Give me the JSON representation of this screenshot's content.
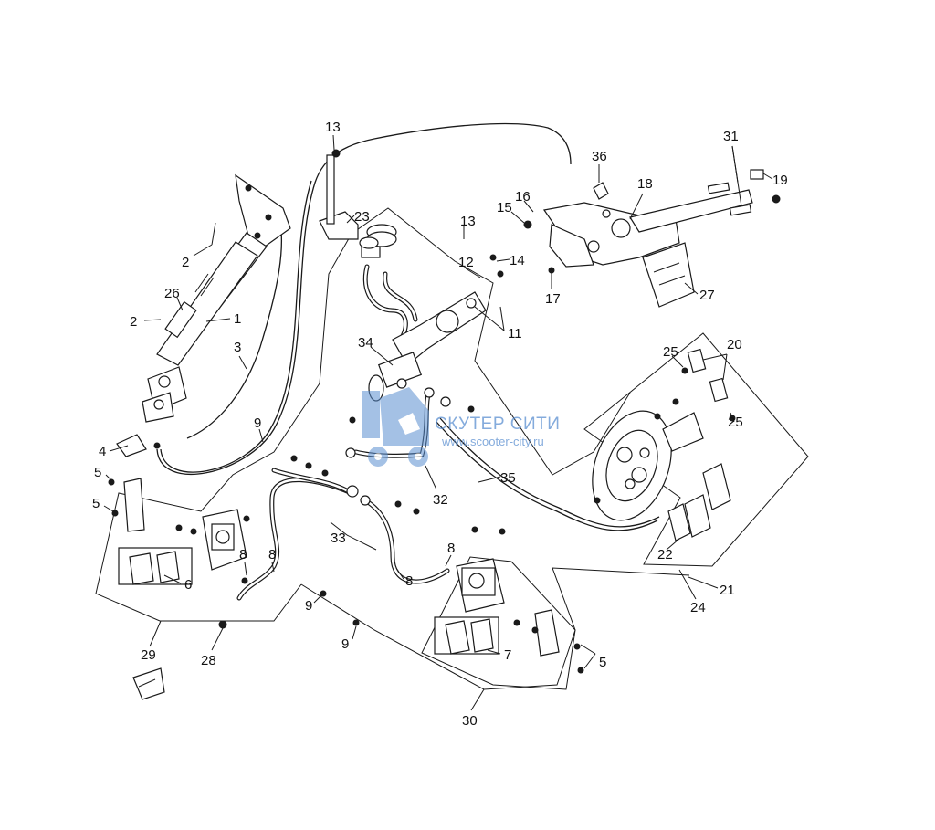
{
  "watermark": {
    "title": "СКУТЕР СИТИ",
    "url": "www.scooter-city.ru",
    "color": "#5b8fd0"
  },
  "callouts": [
    {
      "id": "c1",
      "label": "1"
    },
    {
      "id": "c2a",
      "label": "2"
    },
    {
      "id": "c2b",
      "label": "2"
    },
    {
      "id": "c3",
      "label": "3"
    },
    {
      "id": "c4",
      "label": "4"
    },
    {
      "id": "c5a",
      "label": "5"
    },
    {
      "id": "c5b",
      "label": "5"
    },
    {
      "id": "c5c",
      "label": "5"
    },
    {
      "id": "c6",
      "label": "6"
    },
    {
      "id": "c7",
      "label": "7"
    },
    {
      "id": "c8a",
      "label": "8"
    },
    {
      "id": "c8b",
      "label": "8"
    },
    {
      "id": "c8c",
      "label": "8"
    },
    {
      "id": "c8d",
      "label": "8"
    },
    {
      "id": "c9a",
      "label": "9"
    },
    {
      "id": "c9b",
      "label": "9"
    },
    {
      "id": "c9c",
      "label": "9"
    },
    {
      "id": "c11",
      "label": "11"
    },
    {
      "id": "c12",
      "label": "12"
    },
    {
      "id": "c13a",
      "label": "13"
    },
    {
      "id": "c13b",
      "label": "13"
    },
    {
      "id": "c14",
      "label": "14"
    },
    {
      "id": "c15",
      "label": "15"
    },
    {
      "id": "c16",
      "label": "16"
    },
    {
      "id": "c17",
      "label": "17"
    },
    {
      "id": "c18",
      "label": "18"
    },
    {
      "id": "c19",
      "label": "19"
    },
    {
      "id": "c20",
      "label": "20"
    },
    {
      "id": "c21",
      "label": "21"
    },
    {
      "id": "c22",
      "label": "22"
    },
    {
      "id": "c23",
      "label": "23"
    },
    {
      "id": "c24",
      "label": "24"
    },
    {
      "id": "c25a",
      "label": "25"
    },
    {
      "id": "c25b",
      "label": "25"
    },
    {
      "id": "c26",
      "label": "26"
    },
    {
      "id": "c27",
      "label": "27"
    },
    {
      "id": "c28",
      "label": "28"
    },
    {
      "id": "c29",
      "label": "29"
    },
    {
      "id": "c30",
      "label": "30"
    },
    {
      "id": "c31",
      "label": "31"
    },
    {
      "id": "c32",
      "label": "32"
    },
    {
      "id": "c33",
      "label": "33"
    },
    {
      "id": "c34",
      "label": "34"
    },
    {
      "id": "c35",
      "label": "35"
    },
    {
      "id": "c36",
      "label": "36"
    }
  ]
}
